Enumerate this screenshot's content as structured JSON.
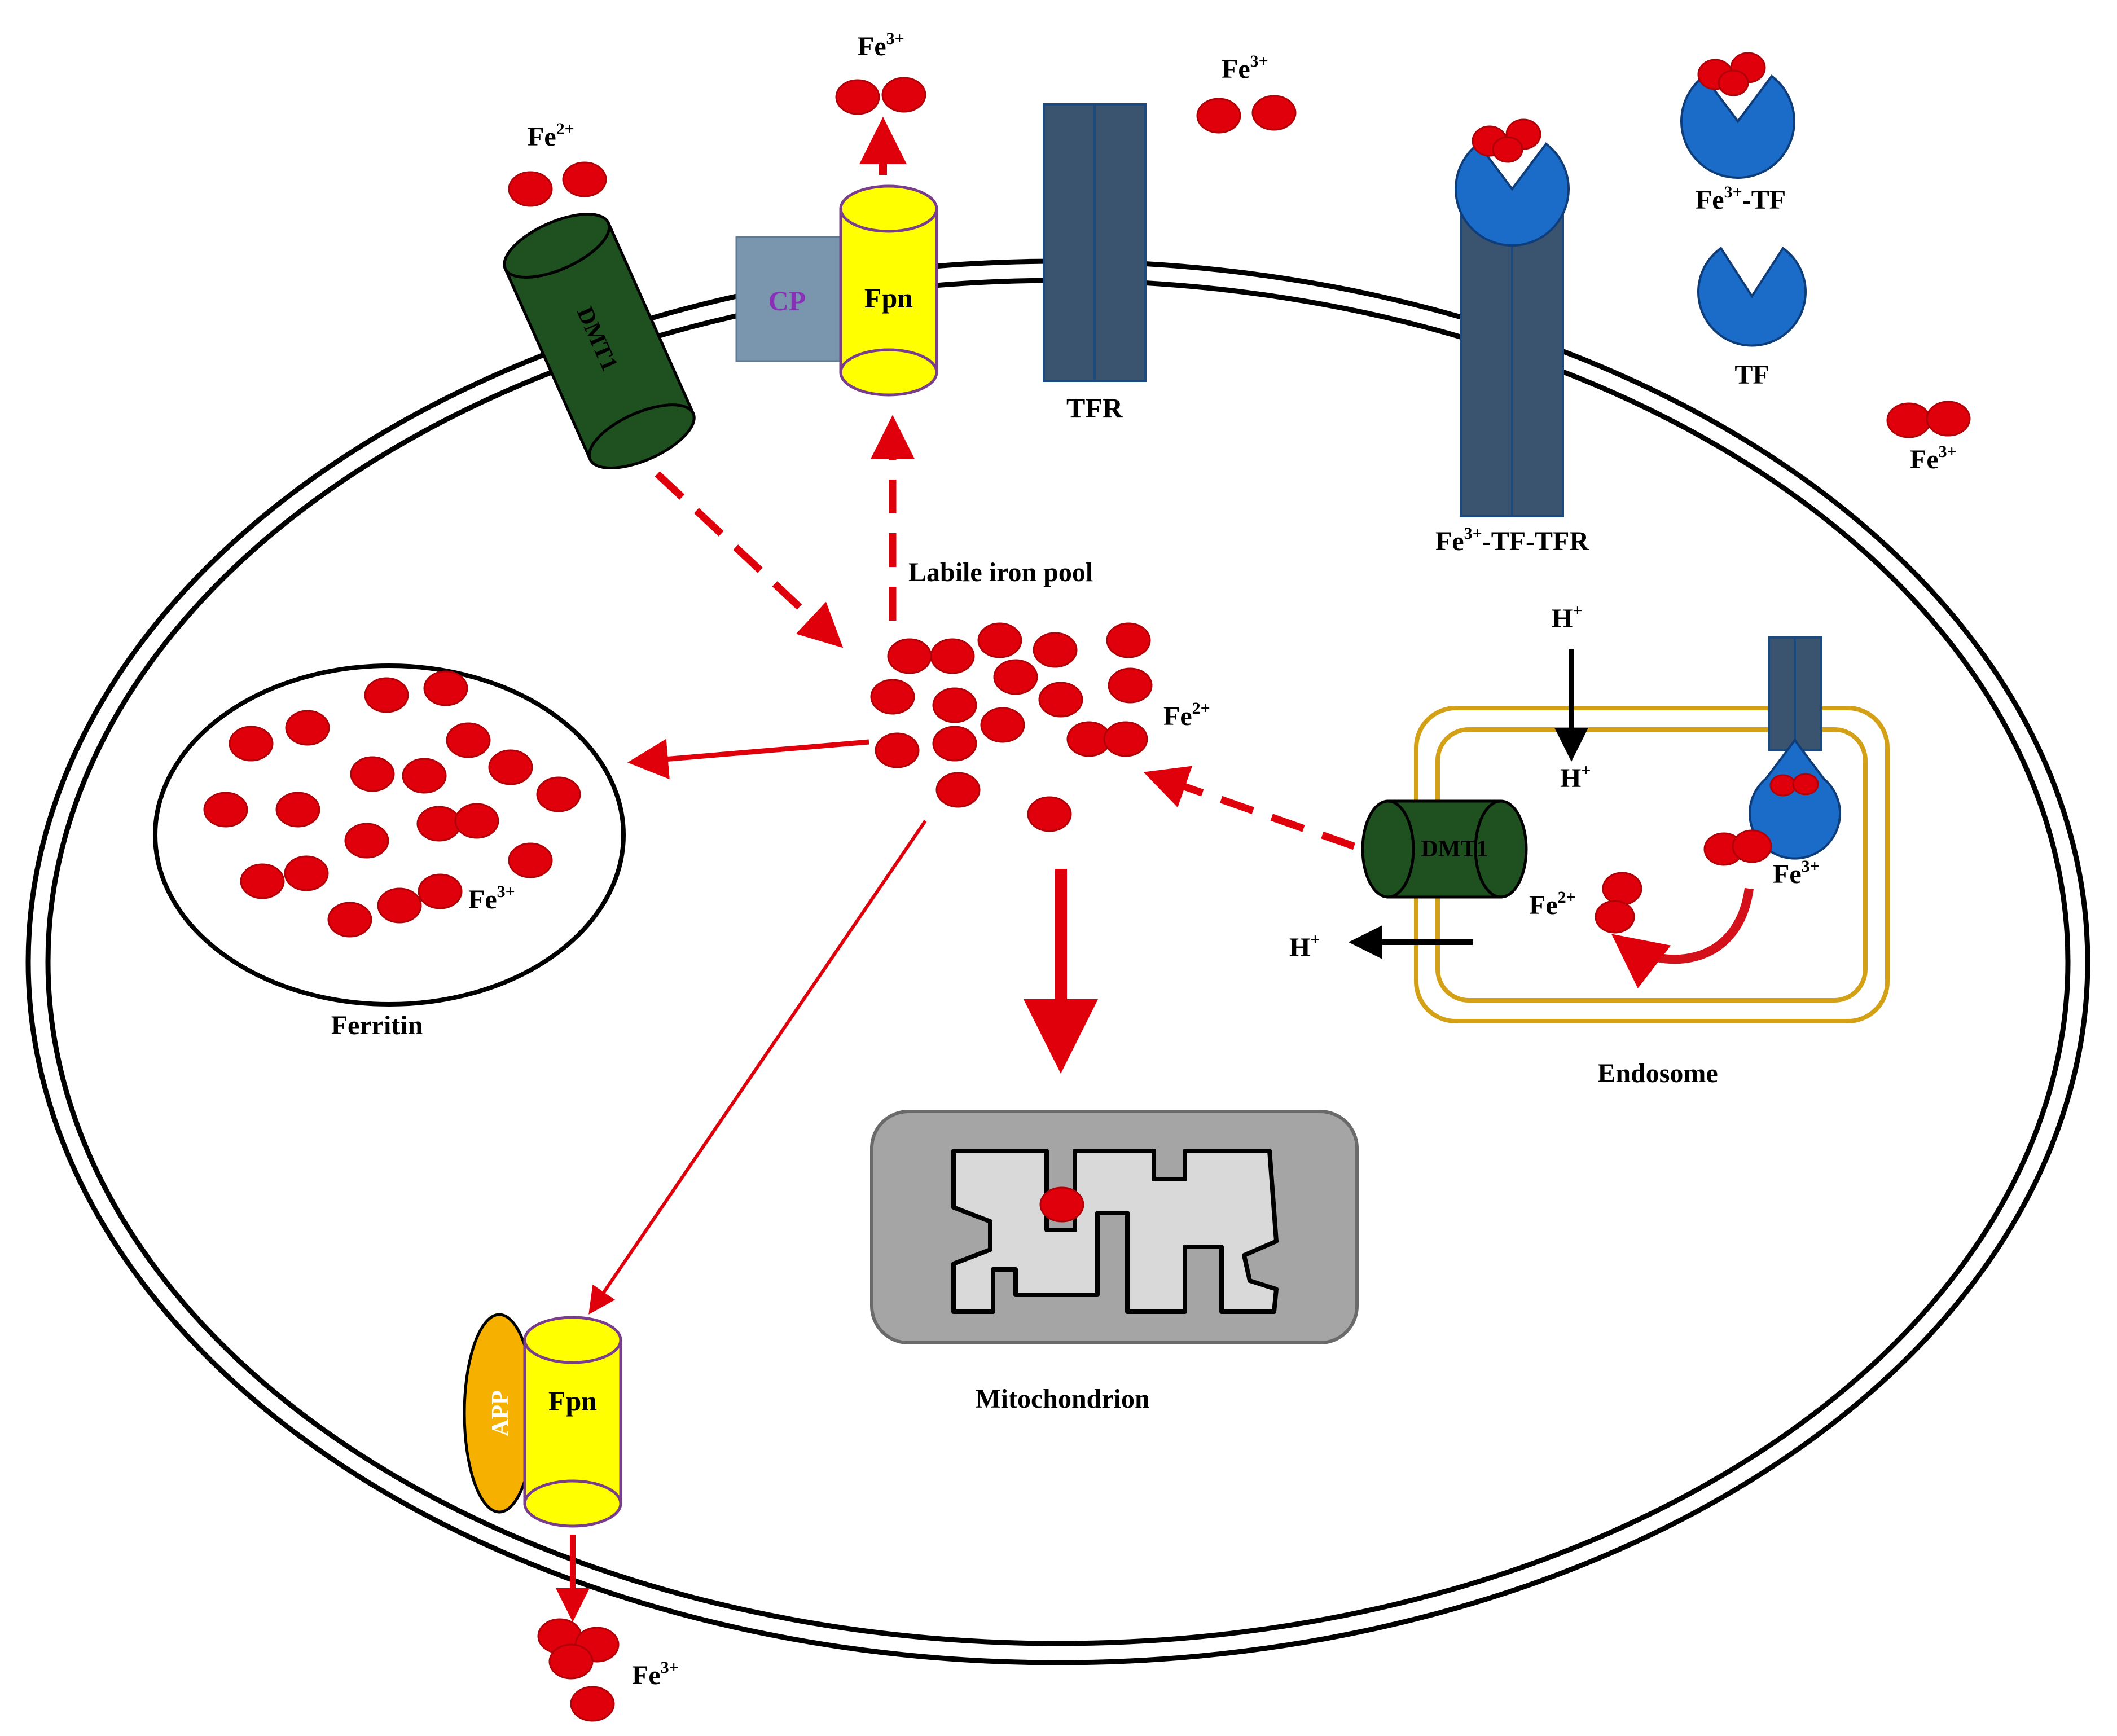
{
  "colors": {
    "iron": "#e0000b",
    "iron_stroke": "#b00008",
    "dmt1": "#1e5020",
    "fpn": "#ffff00",
    "fpn_stroke": "#7a3d8c",
    "cp": "#7a96ae",
    "cp_text": "#8a2fb8",
    "tfr": "#3a536e",
    "tf": "#1a6cc8",
    "app": "#f5b000",
    "endosome": "#d4a015",
    "mito_outer": "#a5a5a5",
    "mito_inner": "#d9d9d9",
    "membrane": "#000000"
  },
  "labels": {
    "fe2": "Fe",
    "fe3": "Fe",
    "sup2": "2+",
    "sup3": "3+",
    "h": "H",
    "h_sup": "+",
    "dmt1": "DMT1",
    "cp": "CP",
    "fpn": "Fpn",
    "app": "APP",
    "tfr": "TFR",
    "tf": "TF",
    "fe3_tf_suffix": "-TF",
    "fe3_tf_tfr_suffix": "-TF-TFR",
    "labile_iron_pool": "Labile iron pool",
    "ferritin": "Ferritin",
    "mitochondrion": "Mitochondrion",
    "endosome": "Endosome"
  }
}
